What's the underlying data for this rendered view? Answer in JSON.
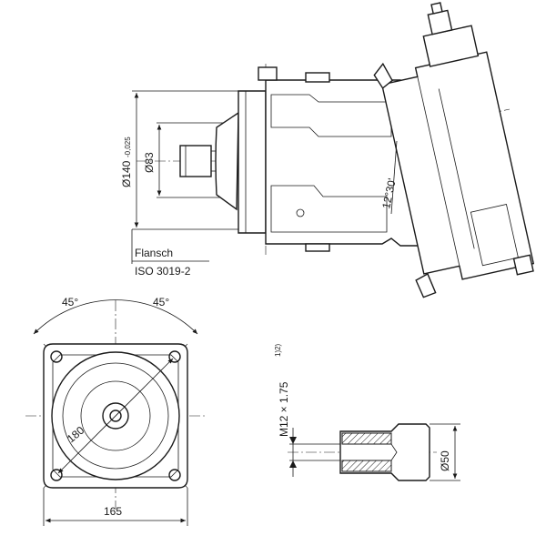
{
  "top_view": {
    "dim_outer_diameter": "Ø140",
    "dim_outer_tolerance": "-0,025",
    "dim_pilot_diameter": "Ø83",
    "dim_angle": "12°30'",
    "flange_label_1": "Flansch",
    "flange_label_2": "ISO 3019-2"
  },
  "front_view": {
    "angle_left": "45°",
    "angle_right": "45°",
    "dim_bolt_circle": "180",
    "dim_width": "165"
  },
  "shaft_detail": {
    "thread_label": "M12 × 1.75",
    "thread_note": "1)2)",
    "dim_diameter": "Ø50"
  }
}
